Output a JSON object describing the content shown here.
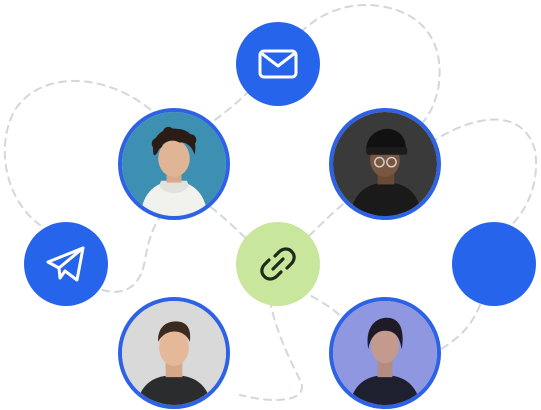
{
  "colors": {
    "brand_blue": "#2764EC",
    "avatar_border": "#2E62E6",
    "link_green": "#C8E69C",
    "link_icon": "#1F2A1A",
    "connector": "#D3D6DC",
    "icon_white": "#FFFFFF"
  },
  "icons": {
    "mail": "mail-icon",
    "telegram": "telegram-icon",
    "link": "link-icon"
  },
  "avatars": [
    {
      "name": "avatar-curly-hair-white-hoodie"
    },
    {
      "name": "avatar-black-beanie-glasses"
    },
    {
      "name": "avatar-short-hair-dark-shirt"
    },
    {
      "name": "avatar-woman-blue-lighting"
    }
  ]
}
